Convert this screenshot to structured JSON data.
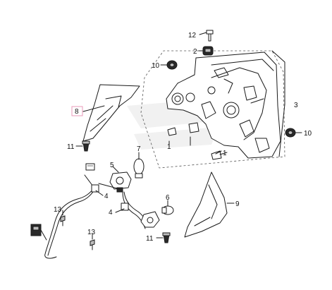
{
  "diagram": {
    "callouts": [
      {
        "key": "c12",
        "text": "12"
      },
      {
        "key": "c2",
        "text": "2"
      },
      {
        "key": "c10a",
        "text": "10"
      },
      {
        "key": "c3",
        "text": "3"
      },
      {
        "key": "c10b",
        "text": "10"
      },
      {
        "key": "c8",
        "text": "8"
      },
      {
        "key": "c11a",
        "text": "11"
      },
      {
        "key": "c7",
        "text": "7"
      },
      {
        "key": "c5",
        "text": "5"
      },
      {
        "key": "c4a",
        "text": "4"
      },
      {
        "key": "c1a",
        "text": "1"
      },
      {
        "key": "c1b",
        "text": "1"
      },
      {
        "key": "c13a",
        "text": "13"
      },
      {
        "key": "c4b",
        "text": "4"
      },
      {
        "key": "c6",
        "text": "6"
      },
      {
        "key": "c9",
        "text": "9"
      },
      {
        "key": "c13b",
        "text": "13"
      },
      {
        "key": "c11b",
        "text": "11"
      }
    ],
    "highlight_color": "#e89ab8"
  }
}
